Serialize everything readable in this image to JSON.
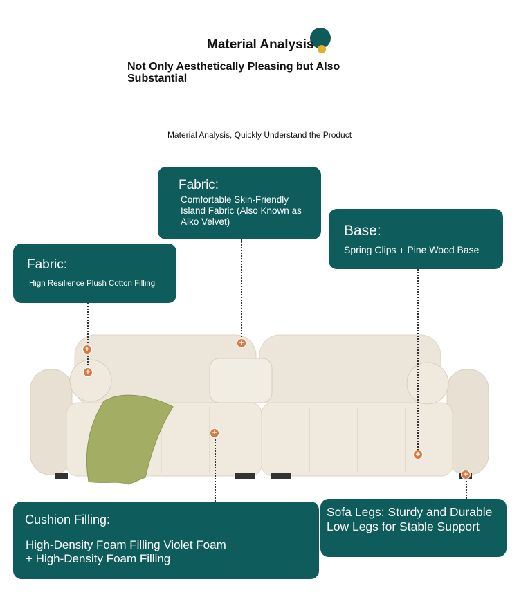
{
  "header": {
    "title": "Material Analysis",
    "subtitle": "Not Only Aesthetically Pleasing but Also Substantial",
    "caption": "Material Analysis, Quickly Understand the Product"
  },
  "callouts": {
    "fabric_top": {
      "heading": "Fabric:",
      "body": "Comfortable Skin-Friendly Island Fabric (Also Known as Aiko Velvet)"
    },
    "base": {
      "heading": "Base:",
      "body": "Spring Clips + Pine Wood Base"
    },
    "fabric_left": {
      "heading": "Fabric:",
      "body": "High Resilience Plush Cotton Filling"
    },
    "cushion": {
      "heading": "Cushion Filling:",
      "body": "High-Density Foam Filling Violet Foam + High-Density Foam Filling"
    },
    "legs": {
      "body": "Sofa Legs: Sturdy and Durable Low Legs for Stable Support"
    }
  },
  "marker_symbol": "+",
  "colors": {
    "card": "#0e5c5c",
    "marker": "#d67a44",
    "accent_dot": "#e2b12a",
    "sofa": "#ebe4d8",
    "throw": "#a3ad63"
  }
}
